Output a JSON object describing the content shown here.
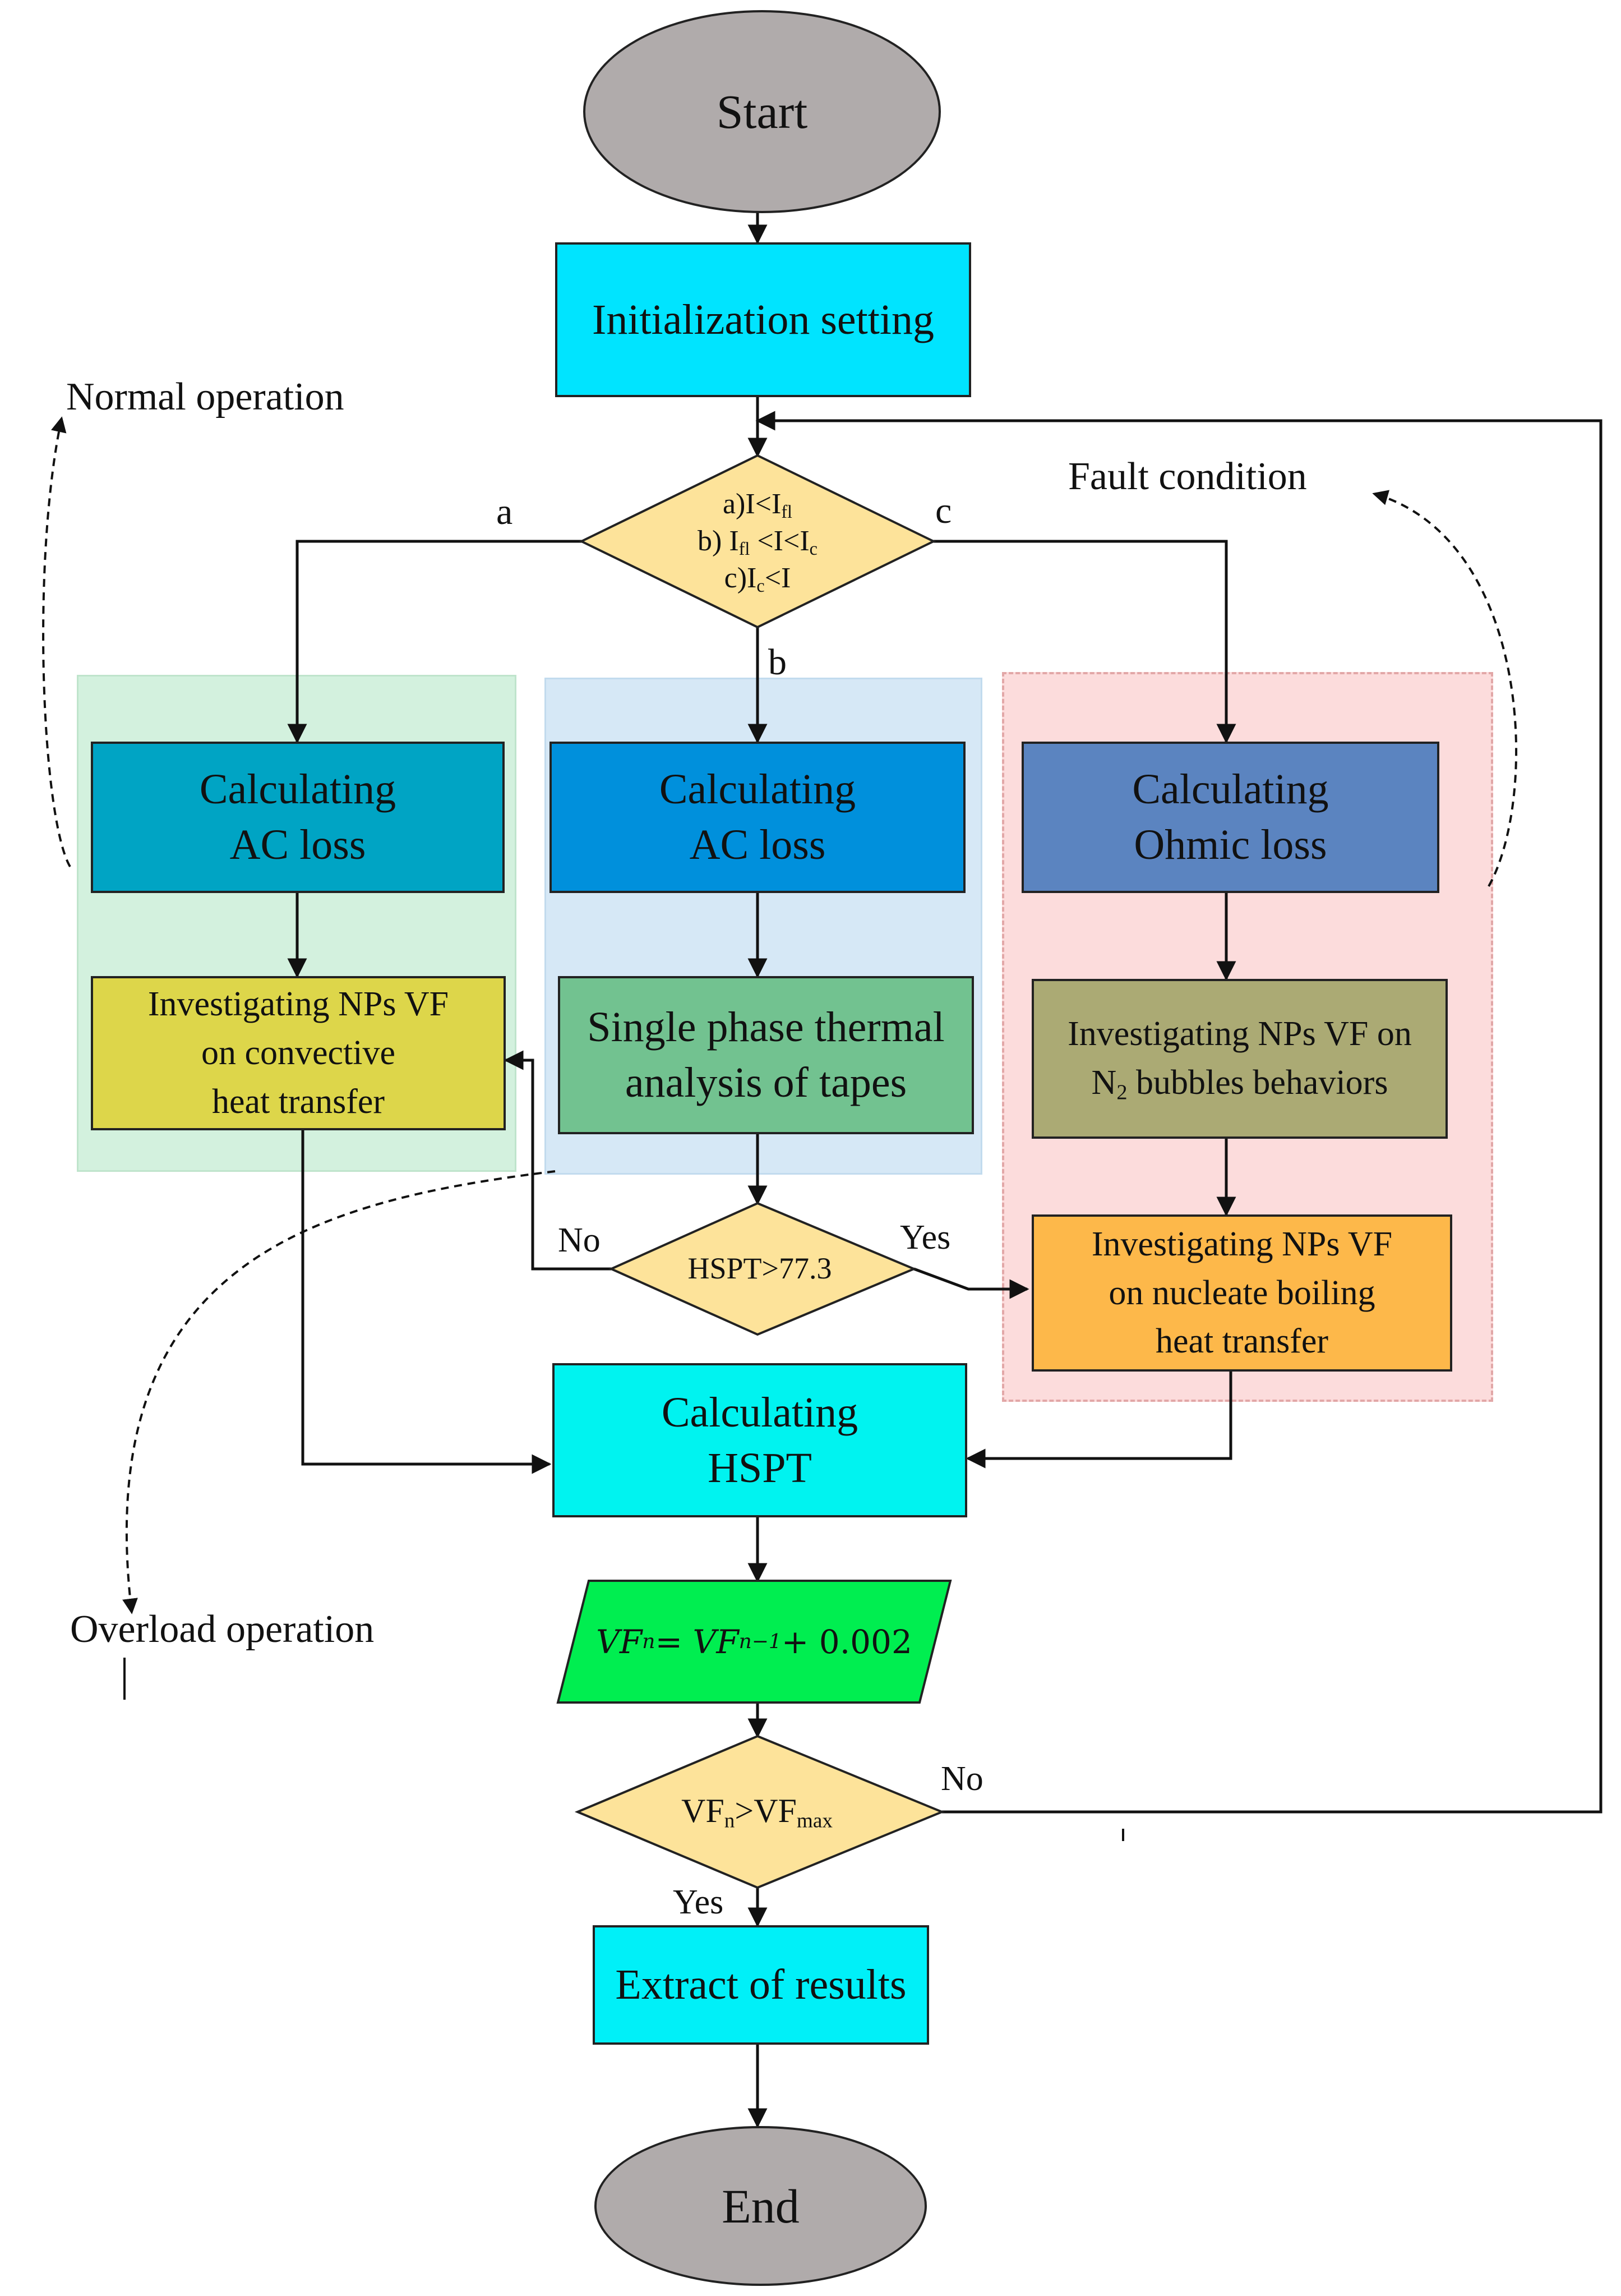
{
  "start": "Start",
  "end": "End",
  "init": "Initialization setting",
  "current_decision": {
    "a": "a)I<I",
    "a_sub": "fl",
    "b_pre": "b) I",
    "b_pre_sub": "fl",
    "b_mid": " <I<I",
    "b_mid_sub": "c",
    "c_pre": "c)I",
    "c_pre_sub": "c",
    "c_post": "<I"
  },
  "branch": {
    "a": "a",
    "b": "b",
    "c": "c"
  },
  "annotations": {
    "normal": "Normal operation",
    "fault": "Fault condition",
    "overload": "Overload operation"
  },
  "col_a": {
    "calc_l1": "Calculating",
    "calc_l2": "AC loss",
    "inv_l1": "Investigating NPs VF",
    "inv_l2": "on convective",
    "inv_l3": "heat transfer"
  },
  "col_b": {
    "calc_l1": "Calculating",
    "calc_l2": "AC loss",
    "sp_l1": "Single phase thermal",
    "sp_l2": "analysis of tapes"
  },
  "col_c": {
    "calc_l1": "Calculating",
    "calc_l2": "Ohmic loss",
    "inv_l1": "Investigating NPs VF on",
    "inv_l2_pre": "N",
    "inv_l2_sub": "2",
    "inv_l2_post": " bubbles behaviors",
    "nb_l1": "Investigating NPs VF",
    "nb_l2": "on nucleate boiling",
    "nb_l3": "heat transfer"
  },
  "hspt_decision": {
    "text": "HSPT>77.3",
    "no": "No",
    "yes": "Yes"
  },
  "hspt_calc": {
    "l1": "Calculating",
    "l2": "HSPT"
  },
  "update": {
    "lhs": "VF",
    "lhs_sub": "n",
    "eq": " = VF",
    "rhs_sub": "n−1",
    "tail": " + 0.002"
  },
  "vf_decision": {
    "pre": "VF",
    "pre_sub": "n",
    "mid": ">VF",
    "mid_sub": "max",
    "no": "No",
    "yes": "Yes"
  },
  "extract": "Extract of results",
  "colors": {
    "zone_a": "#d3f1de",
    "zone_b": "#d6e8f6",
    "zone_c": "#fcdcdc",
    "diamond": "#fde39a",
    "cyan": "#00e4ff",
    "terminal": "#b0abab"
  }
}
